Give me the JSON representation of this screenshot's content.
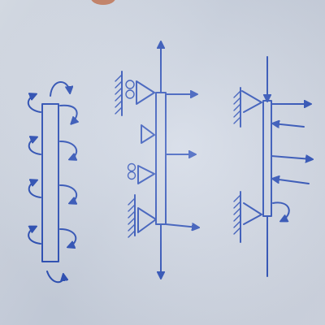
{
  "colors": {
    "paper": "#d3dae6",
    "ink": "#2b4fb8"
  },
  "figures": [
    {
      "name": "bar-with-curved-moments",
      "description_label": ""
    },
    {
      "name": "bar-with-supports-and-forces",
      "description_label": ""
    },
    {
      "name": "bar-with-wall-supports-and-reactions",
      "description_label": ""
    }
  ]
}
